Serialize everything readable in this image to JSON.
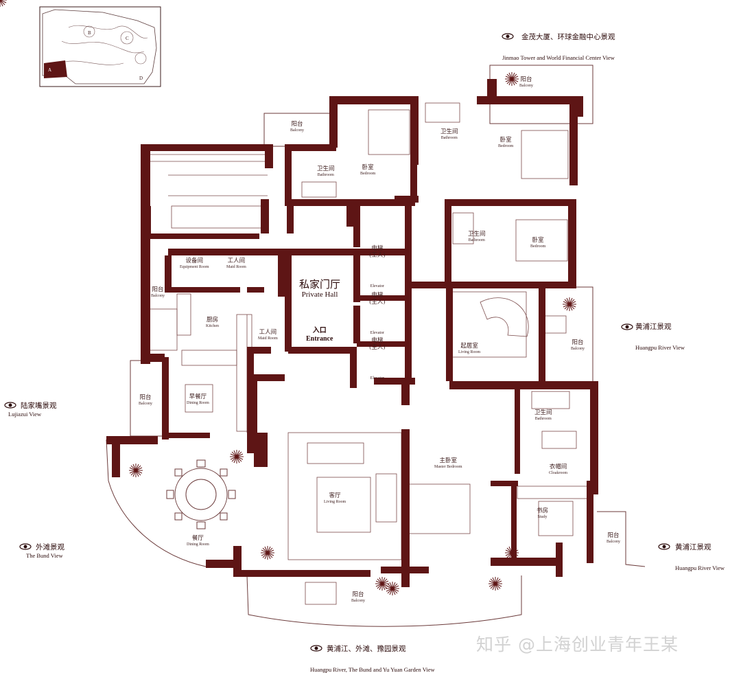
{
  "rooms": {
    "balcony_top_right": {
      "zh": "阳台",
      "en": "Balcony"
    },
    "balcony_top_mid": {
      "zh": "阳台",
      "en": "Balcony"
    },
    "bathroom_top_mid": {
      "zh": "卫生间",
      "en": "Bathroom"
    },
    "bedroom_top_mid": {
      "zh": "卧室",
      "en": "Bedroom"
    },
    "bathroom_top_right": {
      "zh": "卫生间",
      "en": "Bathroom"
    },
    "bedroom_top_right": {
      "zh": "卧室",
      "en": "Bedroom"
    },
    "bathroom_right2": {
      "zh": "卫生间",
      "en": "Bathroom"
    },
    "bedroom_right2": {
      "zh": "卧室",
      "en": "Bedroom"
    },
    "elevator_staff": {
      "zh": "电梯\n(工人)",
      "en": "Elevator"
    },
    "elevator_master1": {
      "zh": "电梯\n(主人)",
      "en": "Elevator"
    },
    "elevator_master2": {
      "zh": "电梯\n(主人)",
      "en": "Elevator"
    },
    "equipment_room": {
      "zh": "设备间",
      "en": "Equipment Room"
    },
    "maid_room_1": {
      "zh": "工人间",
      "en": "Maid Room"
    },
    "maid_room_2": {
      "zh": "工人间",
      "en": "Maid Room"
    },
    "balcony_left": {
      "zh": "阳台",
      "en": "Balcony"
    },
    "kitchen": {
      "zh": "厨房",
      "en": "Kitchen"
    },
    "private_hall": {
      "zh": "私家门厅",
      "en": "Private Hall"
    },
    "entrance": {
      "zh": "入口",
      "en": "Entrance"
    },
    "living_room_right": {
      "zh": "起居室",
      "en": "Living Room"
    },
    "balcony_right": {
      "zh": "阳台",
      "en": "Balcony"
    },
    "balcony_left2": {
      "zh": "阳台",
      "en": "Balcony"
    },
    "breakfast_room": {
      "zh": "早餐厅",
      "en": "Dining Room"
    },
    "living_room_main": {
      "zh": "客厅",
      "en": "Living Room"
    },
    "master_bedroom": {
      "zh": "主卧室",
      "en": "Master Bedroom"
    },
    "master_bathroom": {
      "zh": "卫生间",
      "en": "Bathroom"
    },
    "cloakroom": {
      "zh": "衣帽间",
      "en": "Cloakroom"
    },
    "study": {
      "zh": "书房",
      "en": "Study"
    },
    "balcony_far_right": {
      "zh": "阳台",
      "en": "Balcony"
    },
    "dining_room": {
      "zh": "餐厅",
      "en": "Dining Room"
    },
    "balcony_bottom": {
      "zh": "阳台",
      "en": "Balcony"
    }
  },
  "views": {
    "top": {
      "zh": "金茂大厦、环球金融中心景观",
      "en": "Jinmao Tower and World Financial Center View"
    },
    "right_upper": {
      "zh": "黄浦江景观",
      "en": "Huangpu River View"
    },
    "left_upper": {
      "zh": "陆家嘴景观",
      "en": "Lujiazui View"
    },
    "left_lower": {
      "zh": "外滩景观",
      "en": "The Bund View"
    },
    "right_lower": {
      "zh": "黄浦江景观",
      "en": "Huangpu River View"
    },
    "bottom": {
      "zh": "黄浦江、外滩、豫园景观",
      "en": "Huangpu River, The Bund and Yu Yuan Garden View"
    }
  },
  "site_map": {
    "blocks": [
      "A",
      "B",
      "C",
      "D"
    ]
  },
  "watermark": "知乎 @上海创业青年王某",
  "colors": {
    "wall": "#5e1515",
    "line": "#6b3a3a",
    "text": "#3a1a1a",
    "highlight": "#5e1515"
  }
}
